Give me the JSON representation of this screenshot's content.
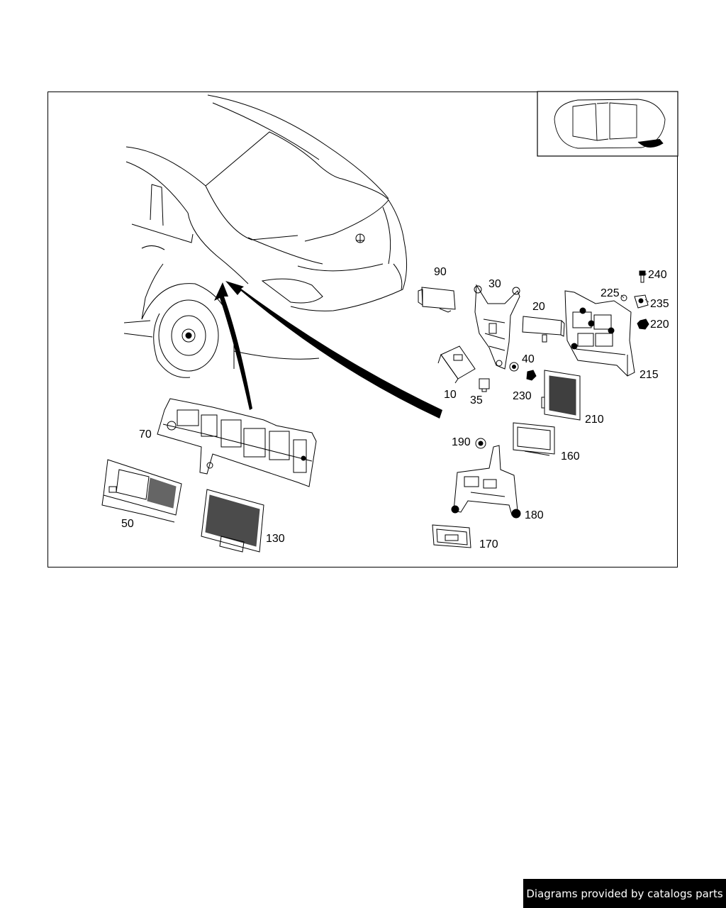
{
  "callouts": [
    {
      "id": "90",
      "text": "90"
    },
    {
      "id": "30",
      "text": "30"
    },
    {
      "id": "20",
      "text": "20"
    },
    {
      "id": "225",
      "text": "225"
    },
    {
      "id": "240",
      "text": "240"
    },
    {
      "id": "235",
      "text": "235"
    },
    {
      "id": "220",
      "text": "220"
    },
    {
      "id": "40",
      "text": "40"
    },
    {
      "id": "10",
      "text": "10"
    },
    {
      "id": "35",
      "text": "35"
    },
    {
      "id": "230",
      "text": "230"
    },
    {
      "id": "215",
      "text": "215"
    },
    {
      "id": "210",
      "text": "210"
    },
    {
      "id": "190",
      "text": "190"
    },
    {
      "id": "160",
      "text": "160"
    },
    {
      "id": "180",
      "text": "180"
    },
    {
      "id": "170",
      "text": "170"
    },
    {
      "id": "70",
      "text": "70"
    },
    {
      "id": "50",
      "text": "50"
    },
    {
      "id": "130",
      "text": "130"
    }
  ],
  "footer": {
    "text": "Diagrams provided by catalogs parts"
  },
  "colors": {
    "ink": "#000000",
    "paper": "#ffffff",
    "banner": "#000000"
  }
}
